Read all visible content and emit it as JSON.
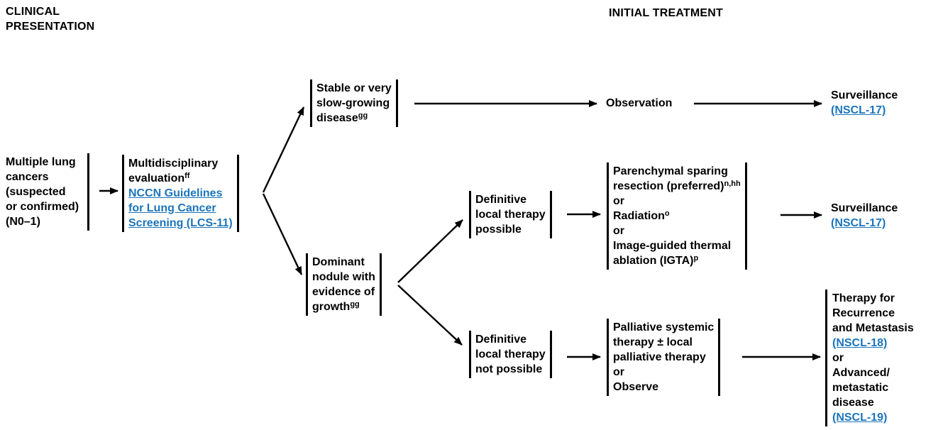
{
  "colors": {
    "link_blue": "#1b75bc",
    "text": "#000000",
    "line": "#000000"
  },
  "headers": {
    "clinical_presentation": "CLINICAL PRESENTATION",
    "initial_treatment": "INITIAL TREATMENT"
  },
  "nodes": {
    "multiple_lung_cancers": {
      "text": "Multiple lung\ncancers\n(suspected\nor confirmed)\n(N0–1)"
    },
    "multidisciplinary": {
      "title": "Multidisciplinary\nevaluation",
      "sup": "ff",
      "link": "NCCN Guidelines\nfor Lung Cancer\nScreening (LCS-11)"
    },
    "stable_disease": {
      "text": "Stable or very\nslow-growing\ndisease",
      "sup": "gg"
    },
    "observation": {
      "text": "Observation"
    },
    "surveillance_top": {
      "text": "Surveillance",
      "link": "(NSCL-17)"
    },
    "dominant_nodule": {
      "text": "Dominant\nnodule with\nevidence of\ngrowth",
      "sup": "gg"
    },
    "therapy_possible": {
      "text": "Definitive\nlocal therapy\npossible"
    },
    "local_therapy_options": {
      "option1": "Parenchymal sparing\nresection (preferred)",
      "sup1": "n,hh",
      "or1": "or",
      "option2": "Radiation",
      "sup2": "o",
      "or2": "or",
      "option3": "Image-guided thermal\nablation (IGTA)",
      "sup3": "p"
    },
    "surveillance_mid": {
      "text": "Surveillance",
      "link": "(NSCL-17)"
    },
    "therapy_not_possible": {
      "text": "Definitive\nlocal therapy\nnot possible"
    },
    "palliative": {
      "text": "Palliative systemic\ntherapy ± local\npalliative therapy\nor\nObserve"
    },
    "recurrence": {
      "part1": "Therapy for\nRecurrence\nand Metastasis",
      "link1": "(NSCL-18)",
      "or": "or",
      "part2": "Advanced/\nmetastatic\ndisease",
      "link2": "(NSCL-19)"
    }
  }
}
